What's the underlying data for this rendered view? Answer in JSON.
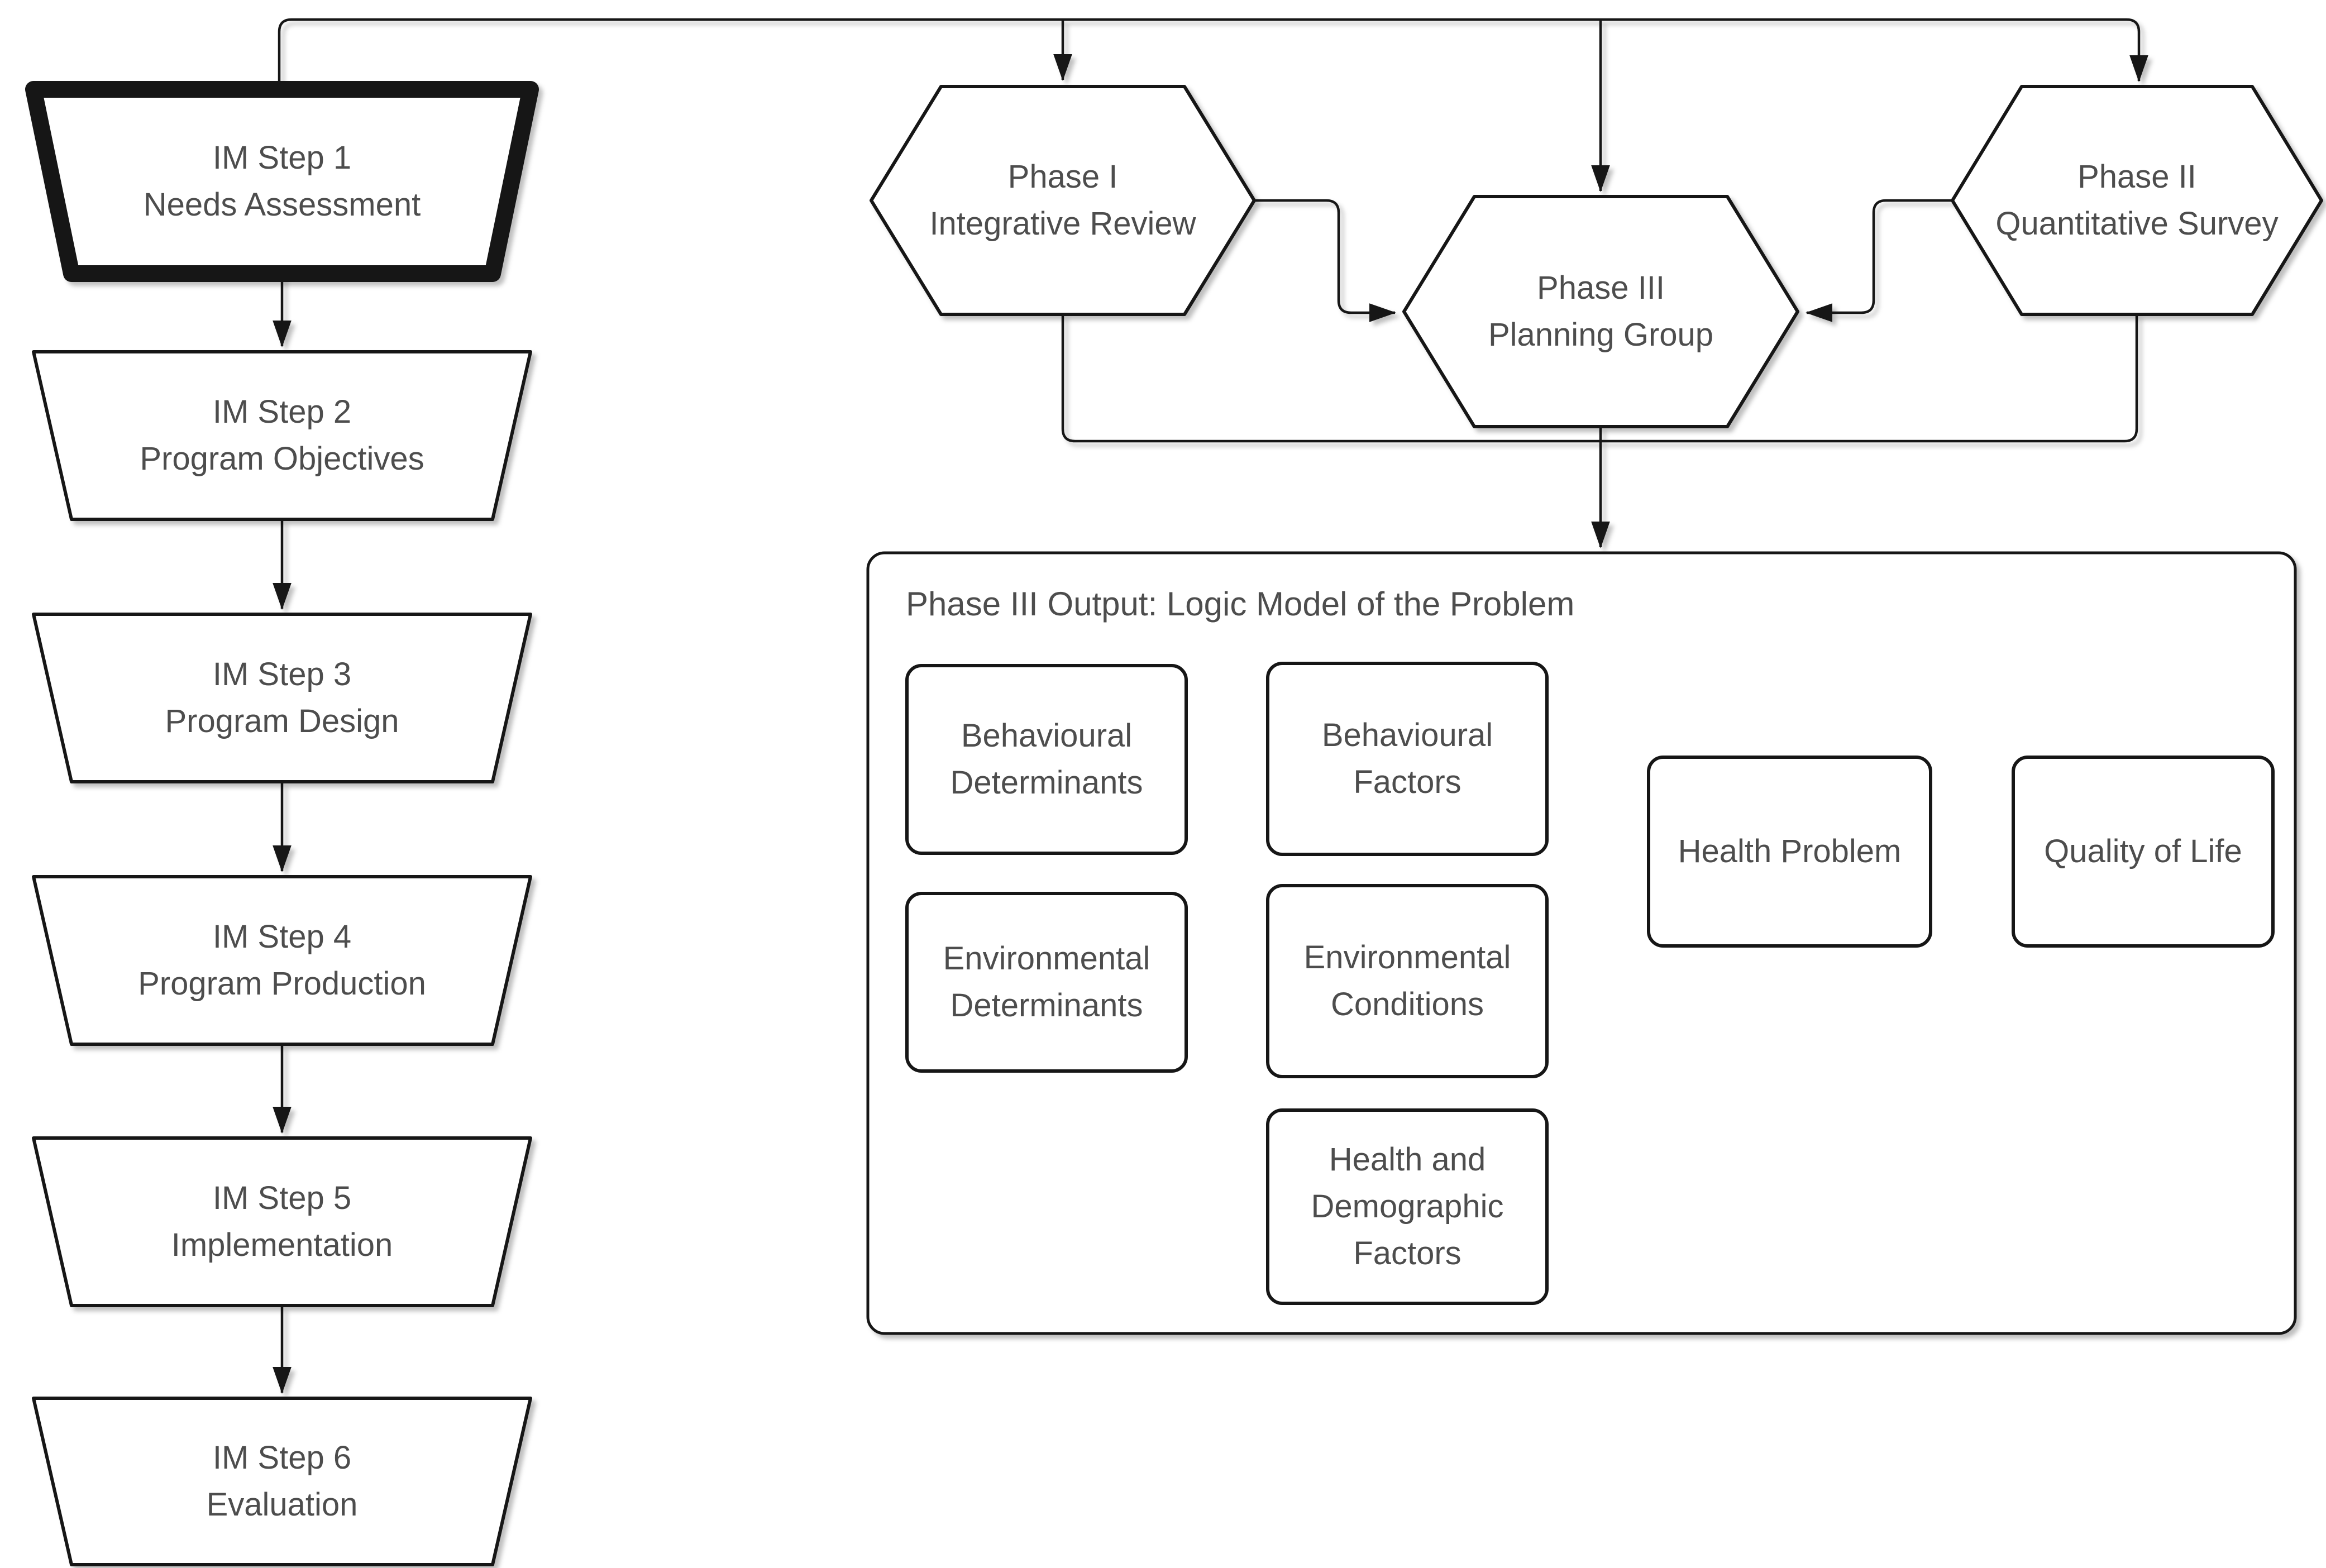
{
  "im_steps": [
    {
      "line1": "IM Step 1",
      "line2": "Needs Assessment",
      "highlighted": true
    },
    {
      "line1": "IM Step 2",
      "line2": "Program Objectives",
      "highlighted": false
    },
    {
      "line1": "IM Step 3",
      "line2": "Program Design",
      "highlighted": false
    },
    {
      "line1": "IM Step 4",
      "line2": "Program Production",
      "highlighted": false
    },
    {
      "line1": "IM Step 5",
      "line2": "Implementation",
      "highlighted": false
    },
    {
      "line1": "IM Step 6",
      "line2": "Evaluation",
      "highlighted": false
    }
  ],
  "phases": [
    {
      "line1": "Phase I",
      "line2": "Integrative Review"
    },
    {
      "line1": "Phase II",
      "line2": "Quantitative Survey"
    },
    {
      "line1": "Phase III",
      "line2": "Planning Group"
    }
  ],
  "logic_model": {
    "title": "Phase III Output: Logic Model of the Problem",
    "behavioural_determinants": {
      "line1": "Behavioural",
      "line2": "Determinants"
    },
    "behavioural_factors": {
      "line1": "Behavioural",
      "line2": "Factors"
    },
    "environmental_determinants": {
      "line1": "Environmental",
      "line2": "Determinants"
    },
    "environmental_conditions": {
      "line1": "Environmental",
      "line2": "Conditions"
    },
    "health_demographic_factors": {
      "line1": "Health and",
      "line2": "Demographic",
      "line3": "Factors"
    },
    "health_problem": {
      "line1": "Health Problem"
    },
    "quality_of_life": {
      "line1": "Quality of Life"
    }
  },
  "colors": {
    "highlight": "#7b3ec8",
    "stroke": "#141414",
    "text": "#4d4d4d",
    "background": "#ffffff"
  }
}
